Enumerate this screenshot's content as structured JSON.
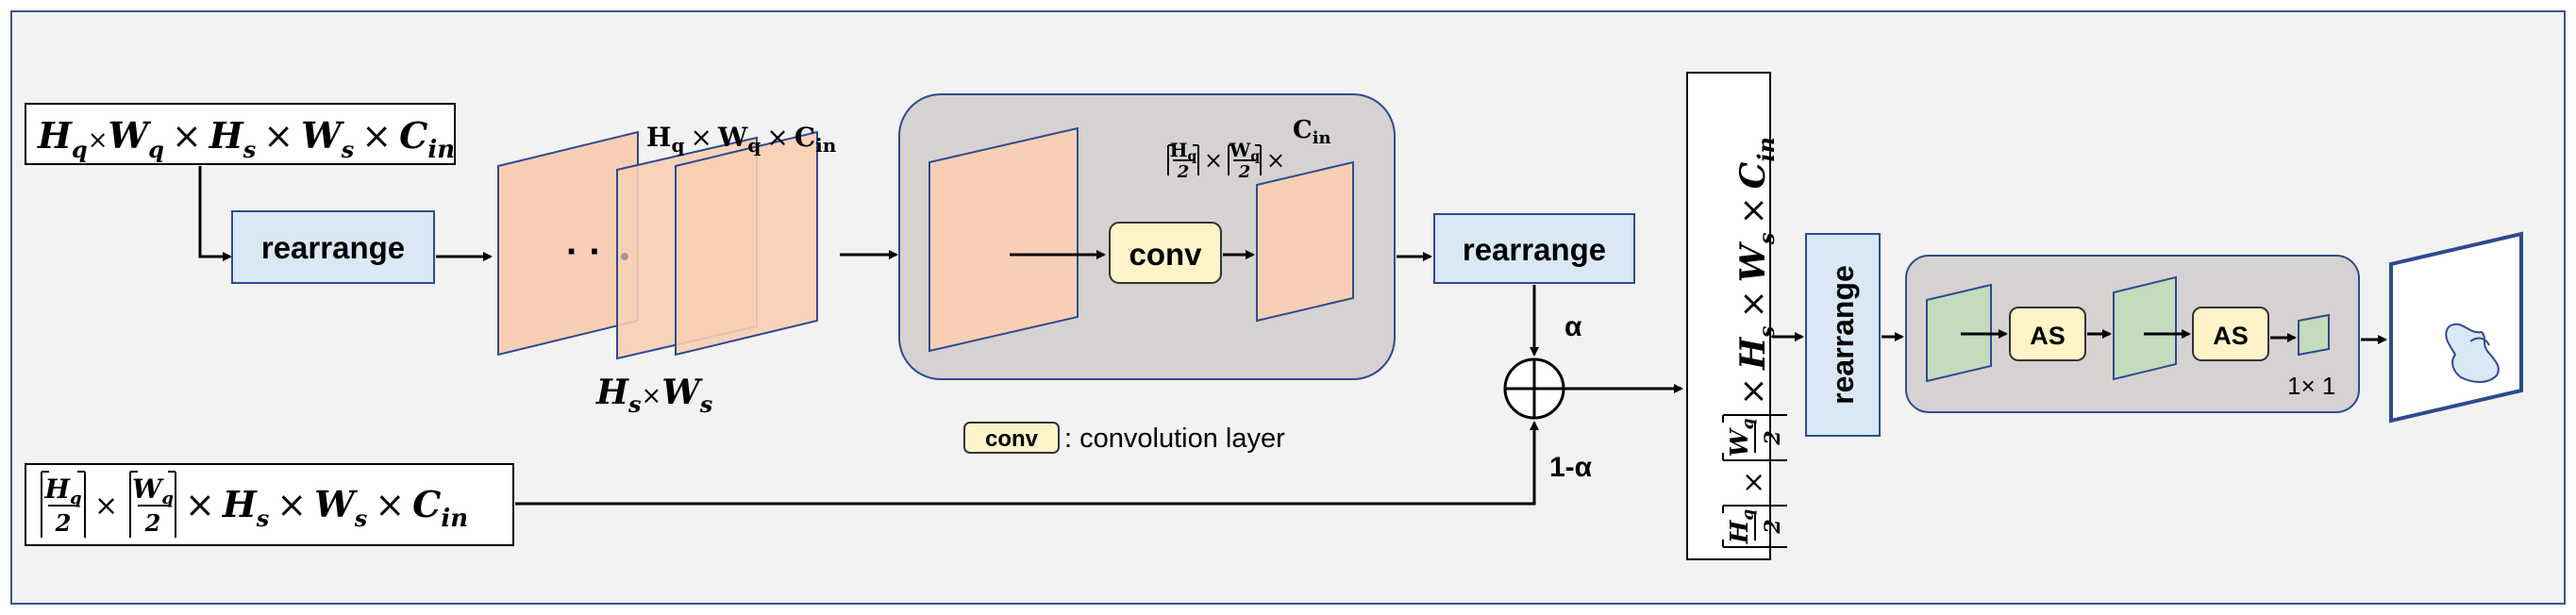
{
  "input_top": {
    "H": "H",
    "q": "q",
    "W": "W",
    "s": "s",
    "C": "C",
    "in": "in",
    "mul_small": "×",
    "mul": "×"
  },
  "input_bottom": {
    "H": "H",
    "W": "W",
    "q": "q",
    "s": "s",
    "C": "C",
    "in": "in",
    "two": "2",
    "mul": "×"
  },
  "rearrange1": "rearrange",
  "rearrange2": "rearrange",
  "rearrange3": "rearrange",
  "stack": {
    "dots": "· ·",
    "top": {
      "H": "H",
      "q": "q",
      "W": "W",
      "C": "C",
      "in": "in",
      "mul": "×"
    },
    "bottom": {
      "H": "H",
      "s": "s",
      "W": "W",
      "mul_small": "×"
    }
  },
  "conv_block": {
    "conv": "conv",
    "out": {
      "H": "H",
      "q": "q",
      "W": "W",
      "C": "C",
      "in": "in",
      "two": "2",
      "mul": "×"
    }
  },
  "legend": {
    "key": "conv",
    "text": ": convolution layer"
  },
  "alpha": "α",
  "one_minus_alpha": "1-α",
  "vertical_dims": {
    "H": "H",
    "q": "q",
    "W": "W",
    "s": "s",
    "C": "C",
    "in": "in",
    "two": "2",
    "mul": "×"
  },
  "as_block": {
    "as1": "AS",
    "as2": "AS",
    "kernel": "1× 1"
  },
  "colors": {
    "peach": "#f8cfb4",
    "peach_edge": "#2f4a8f",
    "rearrange_fill": "#dae8f6",
    "conv_fill": "#fff4c8",
    "gray_panel": "#d5d2d1",
    "green": "#c4dbbd",
    "frame": "#2f4a8f"
  }
}
